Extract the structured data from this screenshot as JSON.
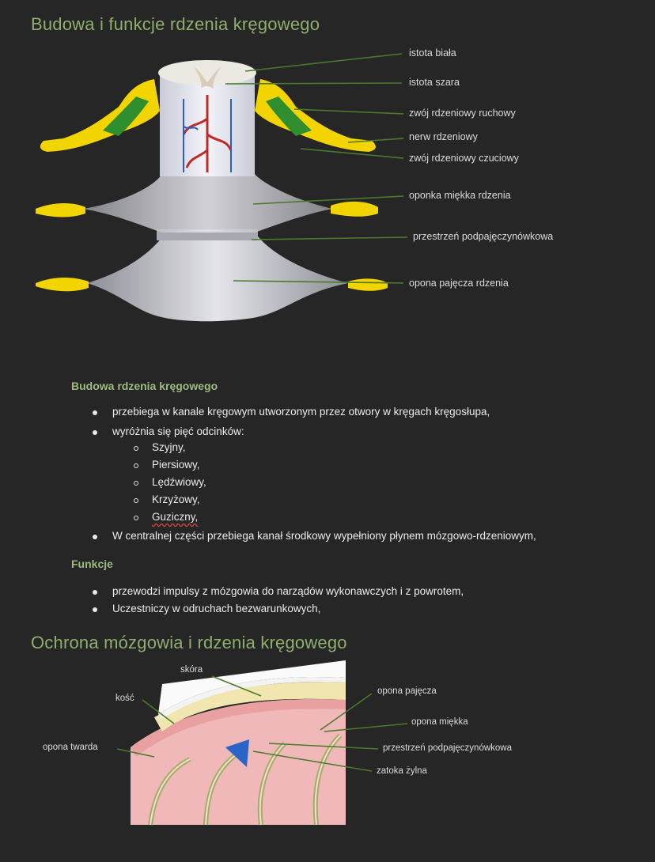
{
  "titles": {
    "main": "Budowa i funkcje rdzenia kręgowego",
    "protection": "Ochrona mózgowia i rdzenia kręgowego"
  },
  "figure1": {
    "labels": [
      "istota biała",
      "istota szara",
      "zwój rdzeniowy ruchowy",
      "nerw rdzeniowy",
      "zwój rdzeniowy czuciowy",
      "oponka miękka rdzenia",
      "przestrzeń podpajęczynówkowa",
      "opona pajęcza rdzenia"
    ]
  },
  "structure": {
    "heading": "Budowa rdzenia kręgowego",
    "items": [
      "przebiega w kanale kręgowym utworzonym przez otwory w kręgach kręgosłupa,",
      "wyróżnia się pięć odcinków:",
      "W centralnej części przebiega kanał środkowy wypełniony płynem mózgowo-rdzeniowym,"
    ],
    "sections": [
      "Szyjny,",
      "Piersiowy,",
      "Lędźwiowy,",
      "Krzyżowy,",
      "Guziczny,"
    ]
  },
  "functions": {
    "heading": "Funkcje",
    "items": [
      "przewodzi impulsy z mózgowia do narządów wykonawczych i z powrotem,",
      "Uczestniczy w odruchach bezwarunkowych,"
    ]
  },
  "figure2": {
    "labels": {
      "skin": "skóra",
      "bone": "kość",
      "dura": "opona twarda",
      "arachnoid": "opona pajęcza",
      "pia": "opona miękka",
      "subarachnoid": "przestrzeń podpajęczynówkowa",
      "sinus": "zatoka żylna"
    }
  },
  "colors": {
    "background": "#262626",
    "heading": "#8fae6e",
    "subheading": "#9dbb80",
    "nerve": "#f2d400",
    "ganglion_motor": "#2f8f2f",
    "leader_line": "#4a7a2a"
  }
}
